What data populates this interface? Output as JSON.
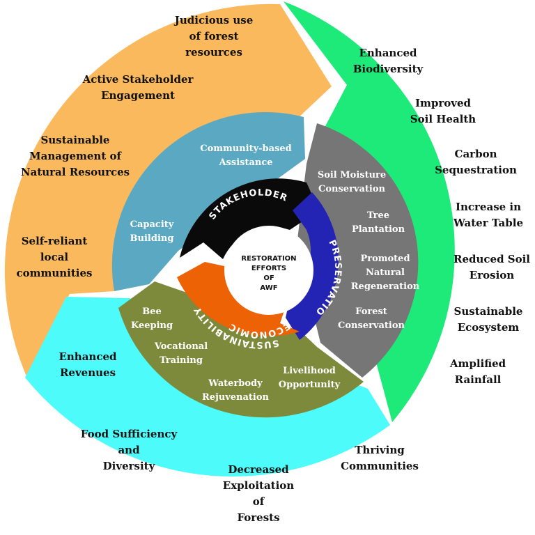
{
  "center": {
    "lines": [
      "RESTORATION",
      "EFFORTS",
      "OF",
      "AWF"
    ]
  },
  "arrows": {
    "stakeholders": "STAKEHOLDERS",
    "preservation": "PRESERVATION",
    "economic": "ECONOMIC",
    "sustainability": "SUSTAINABILITY"
  },
  "inner_ring": {
    "stakeholders_items": [
      [
        "Community-based",
        "Assistance"
      ],
      [
        "Capacity",
        "Building"
      ]
    ],
    "preservation_items": [
      [
        "Soil Moisture",
        "Conservation"
      ],
      [
        "Tree",
        "Plantation"
      ],
      [
        "Promoted",
        "Natural",
        "Regeneration"
      ],
      [
        "Forest",
        "Conservation"
      ]
    ],
    "economic_items": [
      [
        "Bee",
        "Keeping"
      ],
      [
        "Vocational",
        "Training"
      ],
      [
        "Waterbody",
        "Rejuvenation"
      ],
      [
        "Livelihood",
        "Opportunity"
      ]
    ]
  },
  "outer_ring": {
    "social_items": [
      [
        "Judicious use",
        "of forest",
        "resources"
      ],
      [
        "Active Stakeholder",
        "Engagement"
      ],
      [
        "Sustainable",
        "Management of",
        "Natural Resources"
      ],
      [
        "Self-reliant",
        "local",
        "communities"
      ]
    ],
    "environment_items": [
      [
        "Enhanced",
        "Biodiversity"
      ],
      [
        "Improved",
        "Soil Health"
      ],
      [
        "Carbon",
        "Sequestration"
      ],
      [
        "Increase in",
        "Water Table"
      ],
      [
        "Reduced Soil",
        "Erosion"
      ],
      [
        "Sustainable",
        "Ecosystem"
      ],
      [
        "Amplified",
        "Rainfall"
      ]
    ],
    "economic_items": [
      [
        "Enhanced",
        "Revenues"
      ],
      [
        "Food Sufficiency",
        "and",
        "Diversity"
      ],
      [
        "Decreased",
        "Exploitation",
        "of",
        "Forests"
      ],
      [
        "Thriving",
        "Communities"
      ]
    ]
  },
  "colors": {
    "orange": "#FBB95E",
    "green": "#1EEA7A",
    "cyan": "#4DFBFB",
    "blue_grey": "#5BA8C2",
    "grey": "#767676",
    "olive": "#7E8A3B",
    "black": "#0A0A0A",
    "navy": "#2424B4",
    "red_orange": "#EC6205"
  }
}
